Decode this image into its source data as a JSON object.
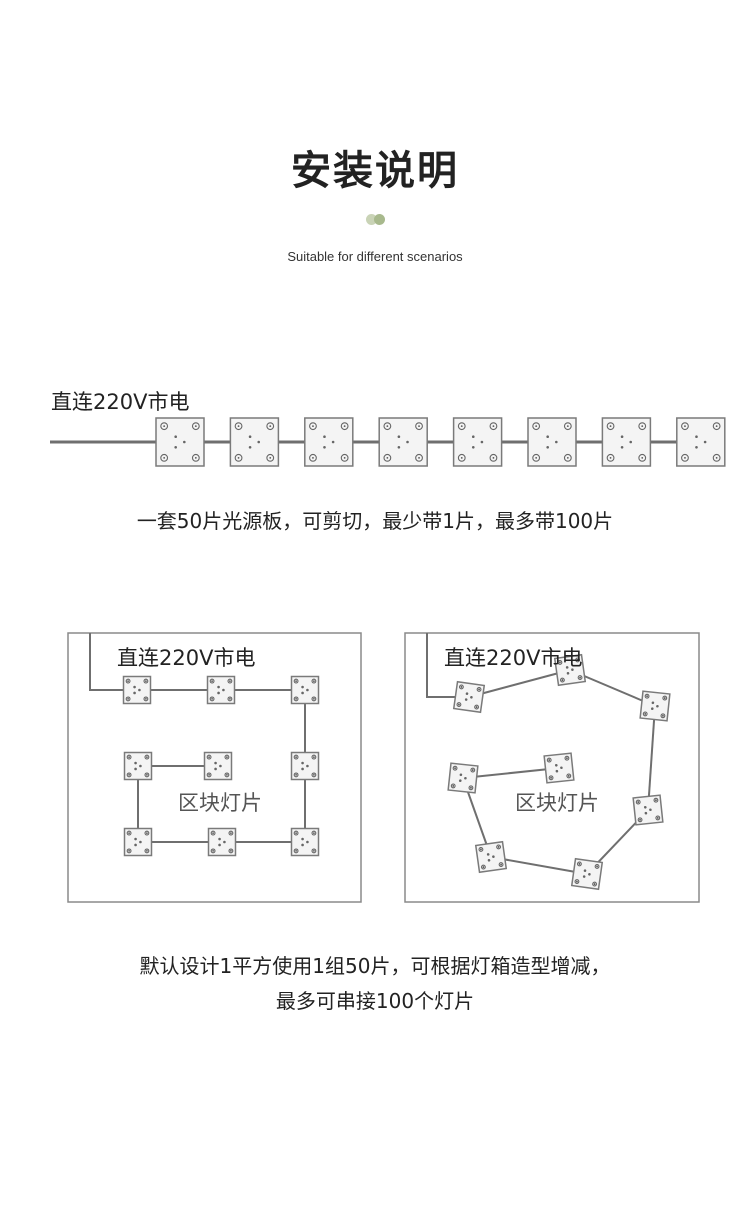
{
  "header": {
    "title": "安装说明",
    "subtitle": "Suitable for different scenarios",
    "dot_colors": [
      "#c9d3b6",
      "#a8b98d"
    ]
  },
  "strip": {
    "power_label": "直连220V市电",
    "module_count": 8,
    "caption": "一套50片光源板，可剪切，最少带1片，最多带100片"
  },
  "panel_left": {
    "power_label": "直连220V市电",
    "area_label": "区块灯片"
  },
  "panel_right": {
    "power_label": "直连220V市电",
    "area_label": "区块灯片"
  },
  "footer": {
    "caption_line1": "默认设计1平方使用1组50片，可根据灯箱造型增减，",
    "caption_line2": "最多可串接100个灯片"
  },
  "colors": {
    "wire": "#6f6f6f",
    "module_border": "#7a7a7a",
    "module_fill": "#f4f4f4",
    "panel_border": "#8a8a8a"
  }
}
